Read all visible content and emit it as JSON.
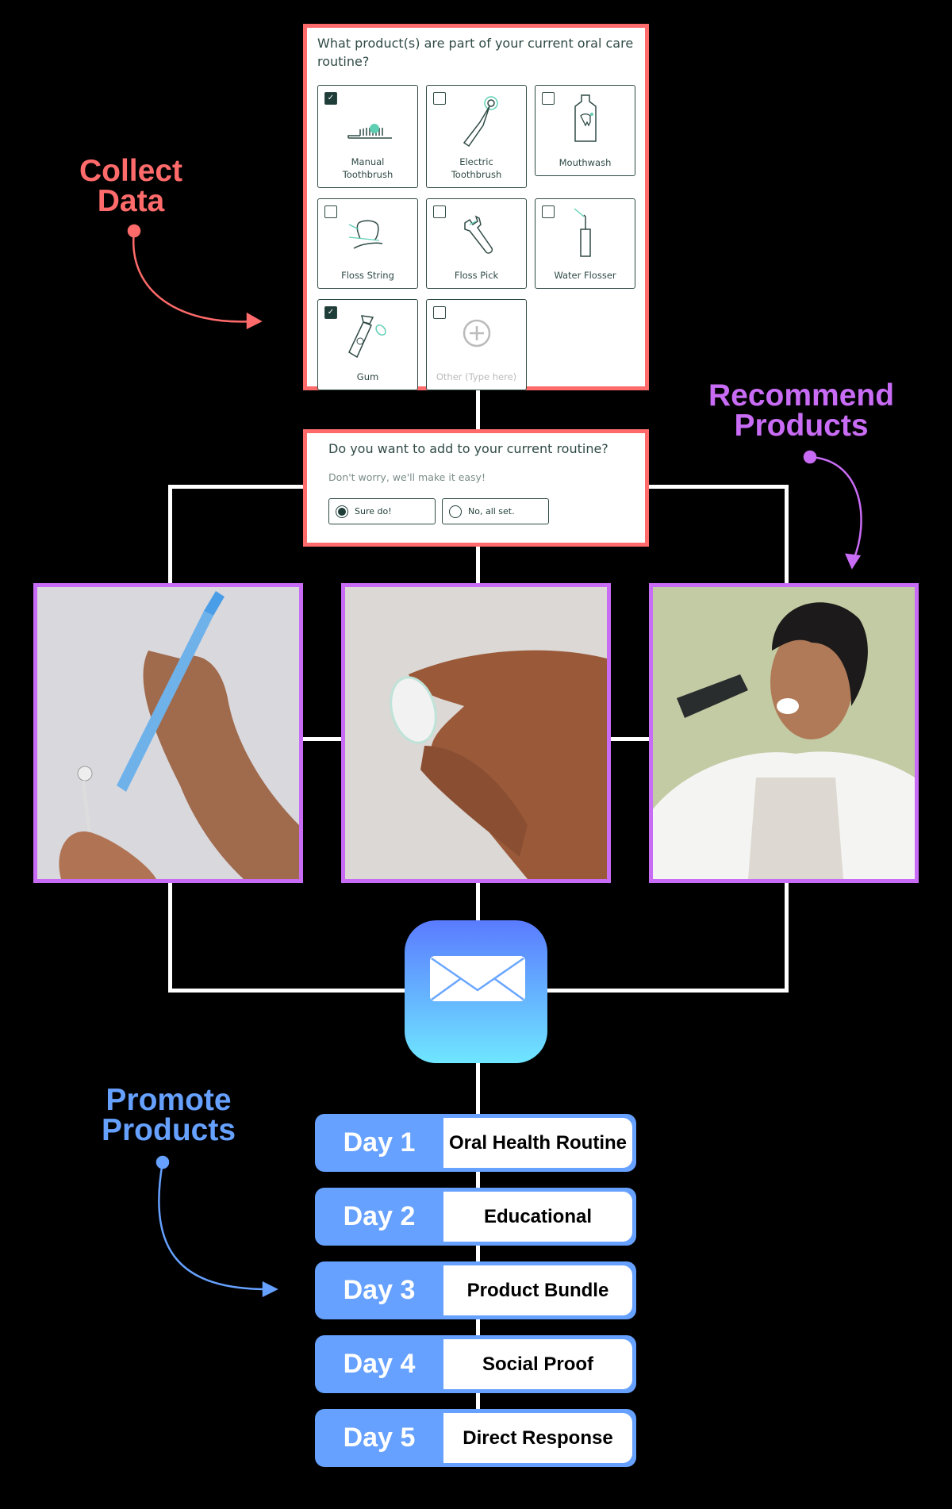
{
  "labels": {
    "collect": [
      "Collect",
      "Data"
    ],
    "recommend": [
      "Recommend",
      "Products"
    ],
    "promote": [
      "Promote",
      "Products"
    ]
  },
  "survey": {
    "question": "What product(s) are part of your current oral care routine?",
    "options": [
      {
        "label": "Manual Toothbrush",
        "checked": true,
        "icon": "manual-toothbrush-icon"
      },
      {
        "label": "Electric Toothbrush",
        "checked": false,
        "icon": "electric-toothbrush-icon"
      },
      {
        "label": "Mouthwash",
        "checked": false,
        "icon": "mouthwash-icon"
      },
      {
        "label": "Floss String",
        "checked": false,
        "icon": "floss-string-icon"
      },
      {
        "label": "Floss Pick",
        "checked": false,
        "icon": "floss-pick-icon"
      },
      {
        "label": "Water Flosser",
        "checked": false,
        "icon": "water-flosser-icon"
      },
      {
        "label": "Gum",
        "checked": true,
        "icon": "gum-icon"
      },
      {
        "label": "Other (Type here)",
        "checked": false,
        "icon": "plus-circle-icon"
      }
    ]
  },
  "routine": {
    "question": "Do you want to add to your current routine?",
    "subtitle": "Don't worry, we'll make it easy!",
    "options": [
      {
        "label": "Sure do!",
        "selected": true
      },
      {
        "label": "No, all set.",
        "selected": false
      }
    ]
  },
  "days": [
    {
      "day": "Day 1",
      "topic": "Oral Health Routine"
    },
    {
      "day": "Day 2",
      "topic": "Educational"
    },
    {
      "day": "Day 3",
      "topic": "Product Bundle"
    },
    {
      "day": "Day 4",
      "topic": "Social Proof"
    },
    {
      "day": "Day 5",
      "topic": "Direct Response"
    }
  ],
  "colors": {
    "collect": "#ff6b6b",
    "recommend": "#c96cf5",
    "promote": "#66a1ff",
    "ink": "#2f4a45"
  }
}
